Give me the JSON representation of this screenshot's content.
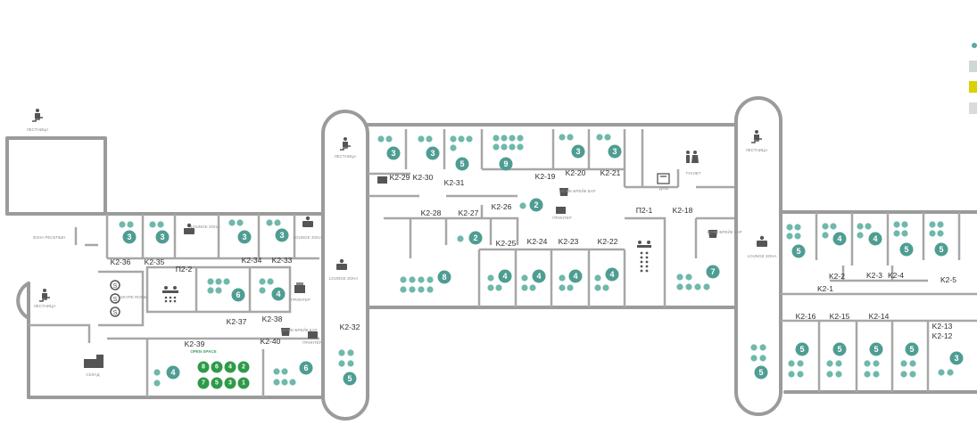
{
  "legend": {
    "swatches": [
      "#cfd8d7",
      "#d7d200",
      "#dadada"
    ],
    "top_dot_color": "#59aaa0"
  },
  "colors": {
    "wall": "#9b9b9b",
    "seat_dot": "#6fb8ac",
    "capacity_badge": "#4f9d92",
    "open_space": "#2f9a4a"
  },
  "rooms": [
    {
      "id": "K2-36",
      "capacity": "3"
    },
    {
      "id": "K2-35",
      "capacity": "3"
    },
    {
      "id": "K2-34",
      "capacity": "3"
    },
    {
      "id": "K2-33",
      "capacity": "3"
    },
    {
      "id": "K2-37",
      "capacity": "6"
    },
    {
      "id": "K2-38",
      "capacity": "4"
    },
    {
      "id": "K2-39",
      "capacity": "4"
    },
    {
      "id": "K2-40",
      "capacity": "6"
    },
    {
      "id": "K2-32",
      "capacity": "5"
    },
    {
      "id": "K2-29",
      "capacity": "3"
    },
    {
      "id": "K2-30",
      "capacity": "3"
    },
    {
      "id": "K2-31",
      "capacity": "5"
    },
    {
      "id": "K2-19",
      "capacity": "9"
    },
    {
      "id": "K2-20",
      "capacity": "3"
    },
    {
      "id": "K2-21",
      "capacity": "3"
    },
    {
      "id": "K2-26",
      "capacity": "2"
    },
    {
      "id": "K2-27",
      "capacity": "2"
    },
    {
      "id": "K2-28",
      "capacity": "8"
    },
    {
      "id": "K2-25",
      "capacity": "4"
    },
    {
      "id": "K2-24",
      "capacity": "4"
    },
    {
      "id": "K2-23",
      "capacity": "4"
    },
    {
      "id": "K2-22",
      "capacity": "4"
    },
    {
      "id": "K2-18",
      "capacity": "7"
    },
    {
      "id": "K2-2",
      "capacity": "4"
    },
    {
      "id": "K2-3",
      "capacity": "4"
    },
    {
      "id": "K2-4",
      "capacity": "5"
    },
    {
      "id": "K2-5",
      "capacity": "5"
    },
    {
      "id": "K2-1",
      "capacity": "5"
    },
    {
      "id": "K2-16",
      "capacity": "5"
    },
    {
      "id": "K2-15",
      "capacity": "5"
    },
    {
      "id": "K2-14",
      "capacity": "5"
    },
    {
      "id": "K2-13",
      "capacity": "5"
    },
    {
      "id": "K2-12",
      "capacity": "3"
    }
  ],
  "corridor_labels": [
    "П2-2",
    "П2-1"
  ],
  "open_space": {
    "label": "OPEN SPACE",
    "top_row": [
      "8",
      "6",
      "4",
      "2"
    ],
    "bottom_row": [
      "7",
      "5",
      "3",
      "1"
    ]
  },
  "extra_badges": {
    "right_stair_left": "5",
    "right_middle_left": "5",
    "bottom_stair": "5"
  },
  "amenities": {
    "stairs": "ЛЕСТНИЦА",
    "toilet": "ТУАЛЕТ",
    "lounge": "LOUNGE ЗОНА",
    "coffee": "КОФЕ-БРЕЙК БАР",
    "printer": "ПРИНТЕР",
    "skype": "SKYPE ROOM",
    "storage": "СКЛАД",
    "reception": "ЗОНА РЕСЕПШН",
    "shower": "ДУШ"
  }
}
